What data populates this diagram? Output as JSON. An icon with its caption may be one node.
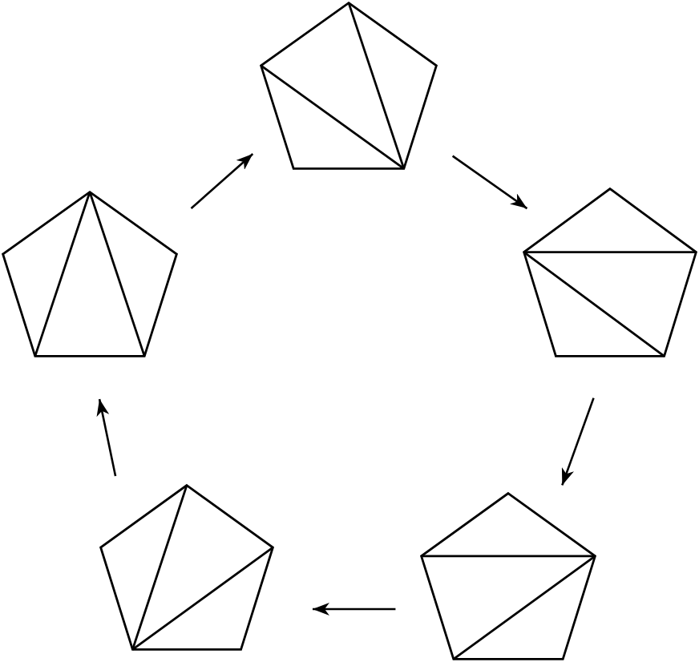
{
  "diagram": {
    "nodes": [
      {
        "text": [],
        "shape": "pentagon"
      },
      {
        "text": [],
        "shape": "pentagon"
      },
      {
        "text": [],
        "shape": "pentagon"
      },
      {
        "text": [],
        "shape": "pentagon"
      },
      {
        "text": [],
        "shape": "pentagon"
      }
    ],
    "edges": [
      {
        "from": 1,
        "to": 0,
        "arrow": "to"
      },
      {
        "from": 0,
        "to": 2,
        "arrow": "to"
      },
      {
        "from": 2,
        "to": 4,
        "arrow": "to"
      },
      {
        "from": 4,
        "to": 3,
        "arrow": "to"
      },
      {
        "from": 3,
        "to": 1,
        "arrow": "to"
      }
    ]
  }
}
